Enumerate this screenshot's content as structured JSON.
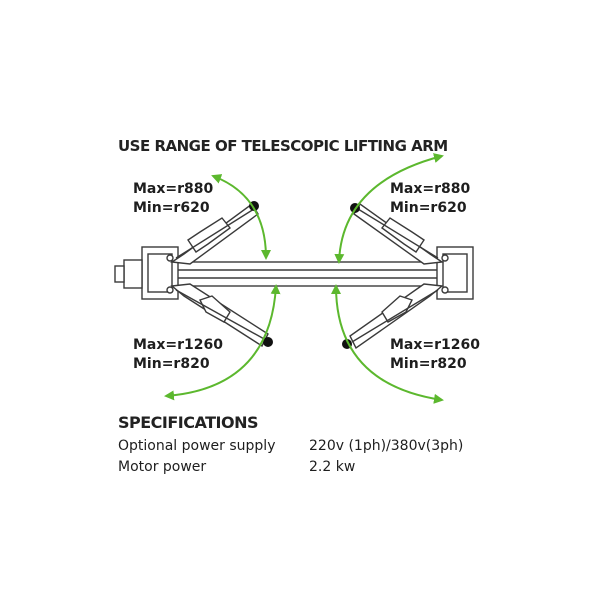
{
  "range_title": "USE RANGE OF TELESCOPIC LIFTING ARM",
  "arm_ranges": {
    "top_left": {
      "max": "Max=r880",
      "min": "Min=r620"
    },
    "top_right": {
      "max": "Max=r880",
      "min": "Min=r620"
    },
    "bottom_left": {
      "max": "Max=r1260",
      "min": "Min=r820"
    },
    "bottom_right": {
      "max": "Max=r1260",
      "min": "Min=r820"
    }
  },
  "specifications": {
    "title": "SPECIFICATIONS",
    "rows": [
      {
        "label": "Optional power supply",
        "value": "220v (1ph)/380v(3ph)"
      },
      {
        "label": "Motor power",
        "value": "2.2 kw"
      }
    ]
  },
  "colors": {
    "arrow": "#5cb82e",
    "line": "#3a3a3a",
    "text": "#1e1e1e"
  }
}
